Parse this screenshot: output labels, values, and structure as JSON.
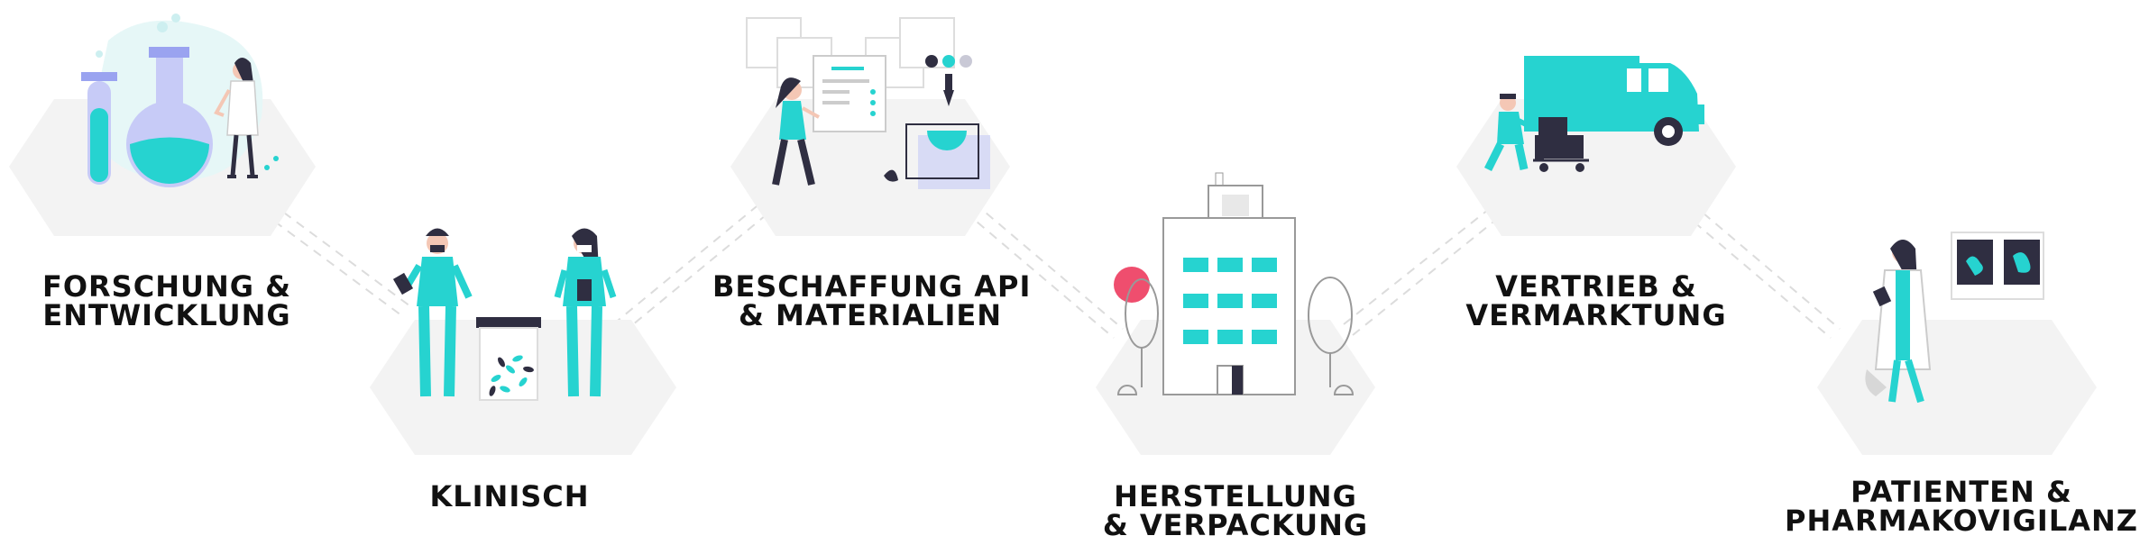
{
  "colors": {
    "accent": "#26d3d0",
    "hex_fill": "#f3f3f3",
    "dark": "#2f2e41",
    "skin": "#f4c7b5",
    "flask_purple": "#9aa3f0",
    "red_dot": "#ef4e6e",
    "line": "#d9d9d9"
  },
  "stages": [
    {
      "line1": "FORSCHUNG &",
      "line2": "ENTWICKLUNG",
      "icon": "research-lab-icon"
    },
    {
      "line1": "KLINISCH",
      "line2": "",
      "icon": "clinical-doctors-icon"
    },
    {
      "line1": "BESCHAFFUNG API",
      "line2": "& MATERIALIEN",
      "icon": "procurement-icon"
    },
    {
      "line1": "HERSTELLUNG",
      "line2": "& VERPACKUNG",
      "icon": "factory-building-icon"
    },
    {
      "line1": "VERTRIEB &",
      "line2": "VERMARKTUNG",
      "icon": "delivery-van-icon"
    },
    {
      "line1": "PATIENTEN &",
      "line2": "PHARMAKOVIGILANZ",
      "icon": "doctor-xray-icon"
    }
  ]
}
